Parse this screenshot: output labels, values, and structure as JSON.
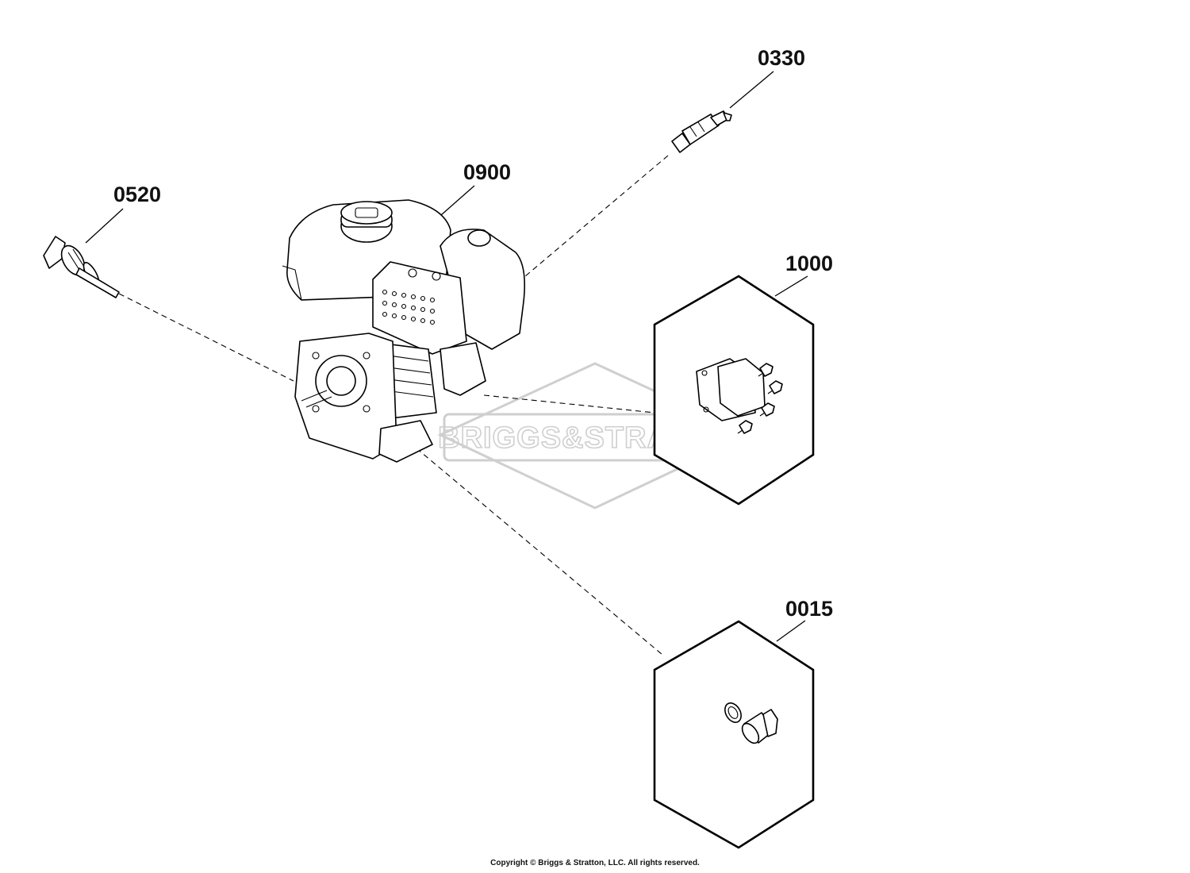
{
  "diagram": {
    "parts": [
      {
        "id": "0330",
        "label": "0330",
        "description_icon": "spark-plug-icon"
      },
      {
        "id": "0900",
        "label": "0900",
        "description_icon": "engine-icon"
      },
      {
        "id": "0520",
        "label": "0520",
        "description_icon": "dipstick-icon"
      },
      {
        "id": "1000",
        "label": "1000",
        "description_icon": "valve-cover-kit-icon"
      },
      {
        "id": "0015",
        "label": "0015",
        "description_icon": "drain-plug-kit-icon"
      }
    ],
    "watermark_logo": "BRIGGS&STRATTON",
    "colors": {
      "line": "#000000",
      "watermark": "#cfcfcf",
      "background": "#ffffff"
    }
  },
  "footer": {
    "copyright": "Copyright © Briggs & Stratton, LLC. All rights reserved."
  }
}
